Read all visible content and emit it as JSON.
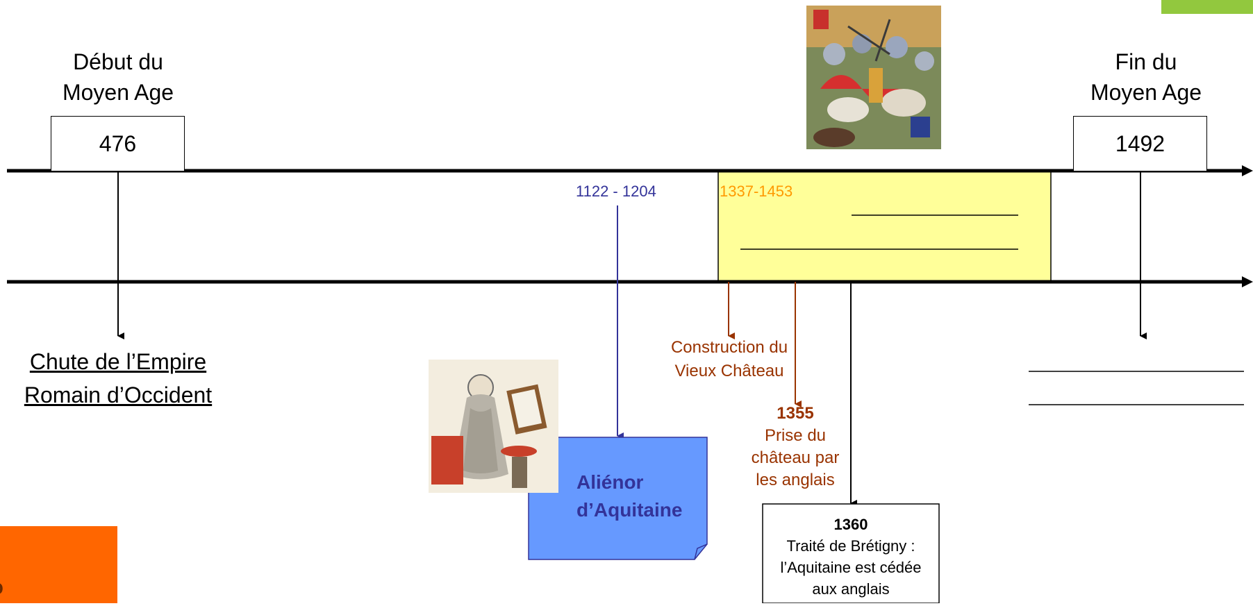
{
  "start": {
    "label_line1": "Début du",
    "label_line2": "Moyen Age",
    "year": "476",
    "event_line1": "Chute de l’Empire",
    "event_line2": "Romain d’Occident"
  },
  "end": {
    "label_line1": "Fin du",
    "label_line2": "Moyen Age",
    "year": "1492"
  },
  "alienor": {
    "dates": "1122 - 1204",
    "name_line1": "Aliénor",
    "name_line2": "d’Aquitaine"
  },
  "war": {
    "dates": "1337-1453"
  },
  "construction": {
    "line1": "Construction du",
    "line2": "Vieux Château"
  },
  "prise": {
    "year": "1355",
    "line1": "Prise du",
    "line2": "château par",
    "line3": "les anglais"
  },
  "traite": {
    "year": "1360",
    "line1": "Traité de Brétigny :",
    "line2": "l’Aquitaine est cédée",
    "line3": "aux anglais"
  },
  "side_tab": {
    "text": "? u"
  },
  "colors": {
    "blue_text": "#333399",
    "orange_text": "#ff9900",
    "brown_text": "#993300",
    "yellow_band": "#ffff99",
    "note_blue": "#6699ff",
    "side_tab": "#ff6600",
    "corner_tab": "#92c83e"
  }
}
